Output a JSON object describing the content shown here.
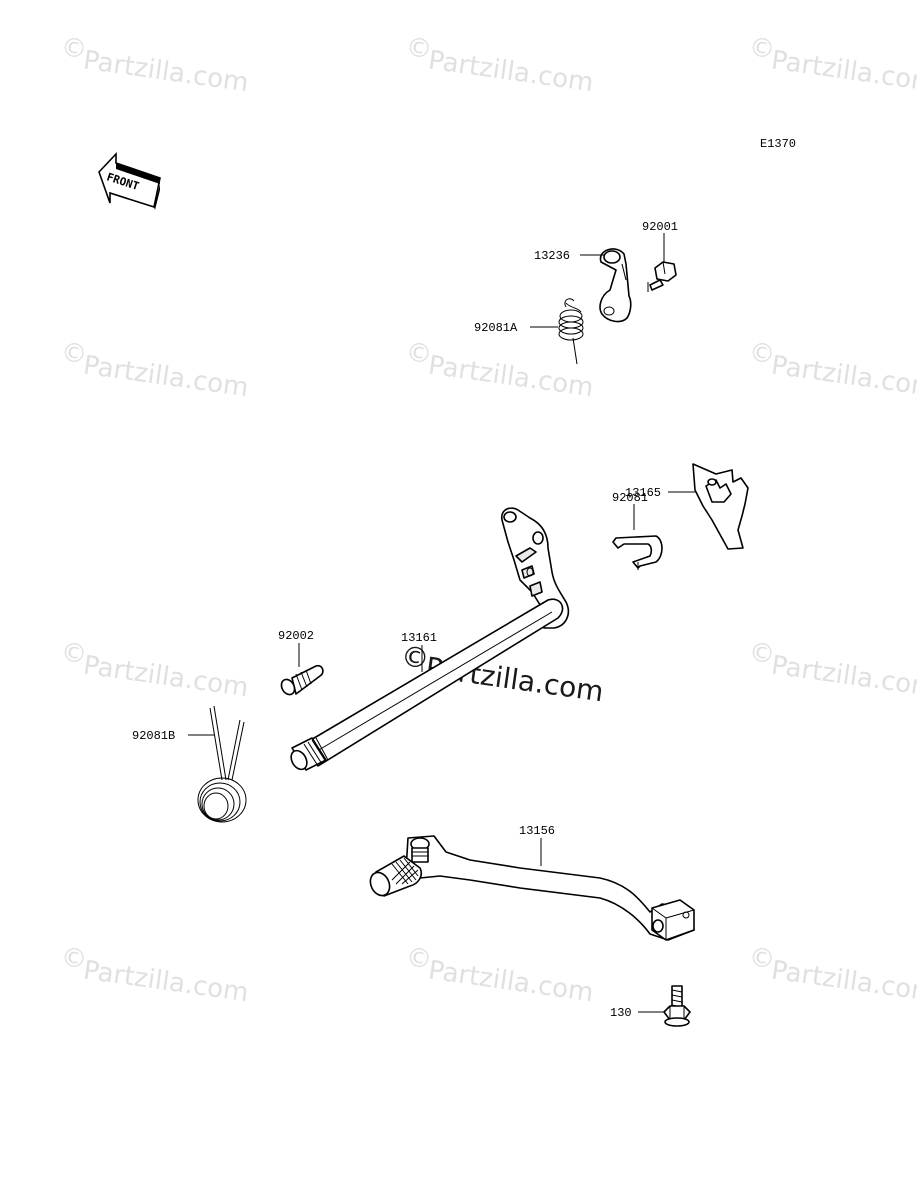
{
  "watermark": {
    "text": "Partzilla.com",
    "symbol": "©"
  },
  "diagram_code": "E1370",
  "front_arrow_label": "FRONT",
  "parts": [
    {
      "id": "13236",
      "label": "13236"
    },
    {
      "id": "92001",
      "label": "92001"
    },
    {
      "id": "92081A",
      "label": "92081A"
    },
    {
      "id": "13165",
      "label": "13165"
    },
    {
      "id": "92081",
      "label": "92081"
    },
    {
      "id": "92002",
      "label": "92002"
    },
    {
      "id": "13161",
      "label": "13161"
    },
    {
      "id": "92081B",
      "label": "92081B"
    },
    {
      "id": "13156",
      "label": "13156"
    },
    {
      "id": "130",
      "label": "130"
    }
  ]
}
